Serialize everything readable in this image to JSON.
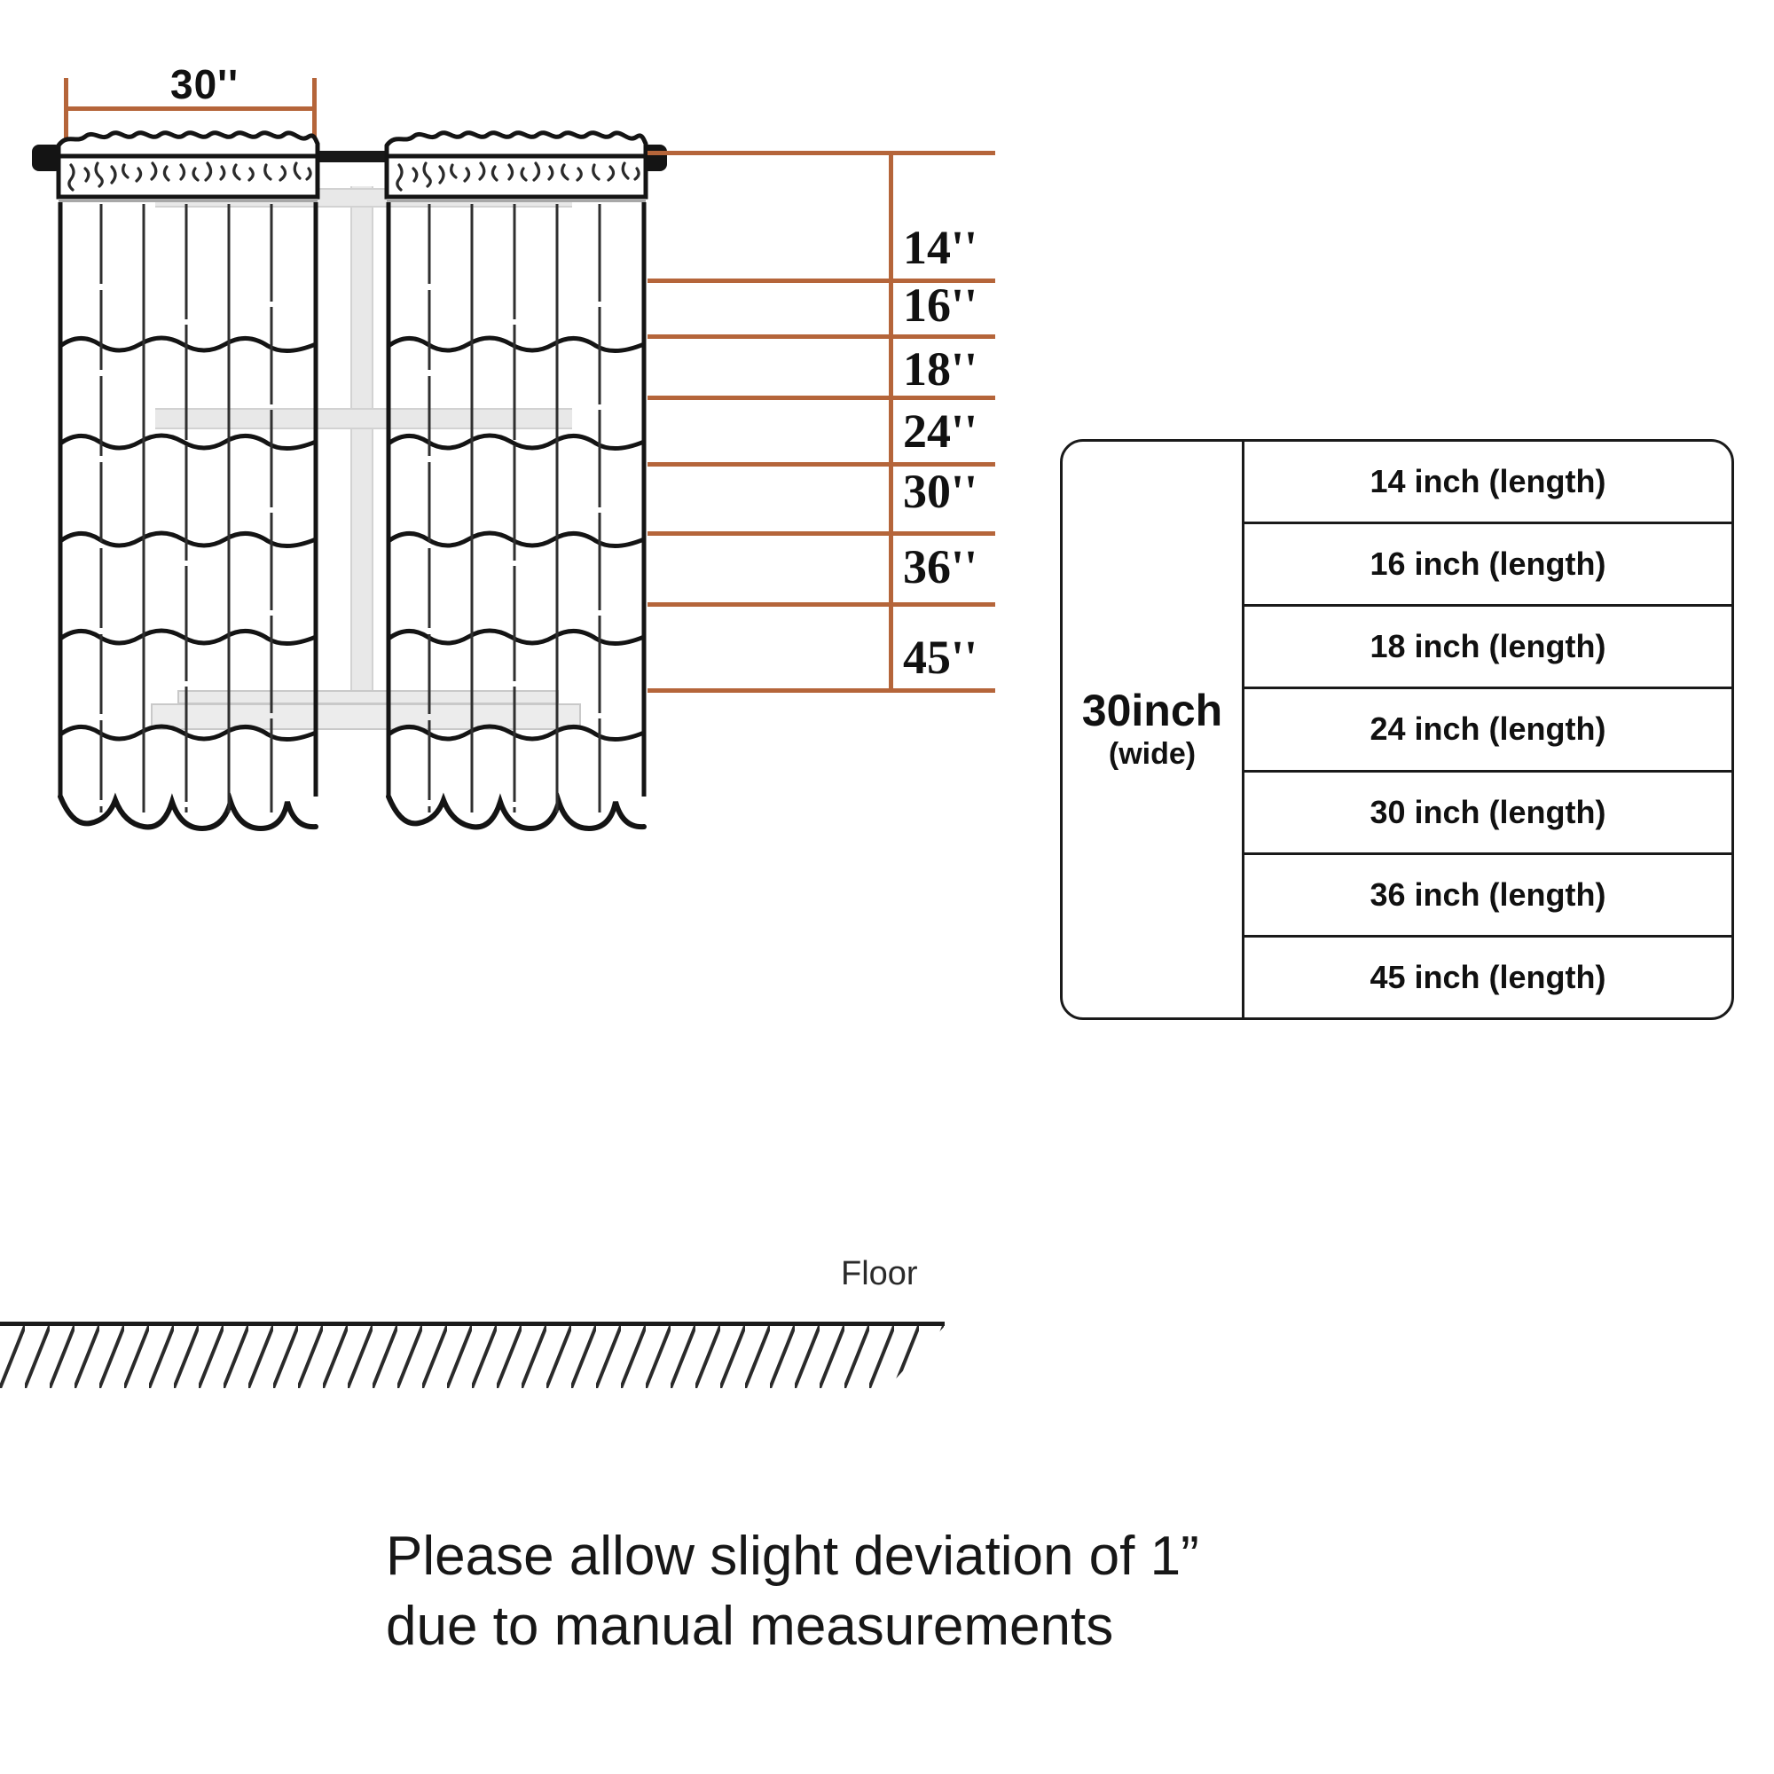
{
  "diagram": {
    "width_dimension": {
      "label": "30''",
      "value": 30,
      "unit": "inch"
    },
    "length_dimensions": [
      {
        "label": "14''",
        "value": 14
      },
      {
        "label": "16''",
        "value": 16
      },
      {
        "label": "18''",
        "value": 18
      },
      {
        "label": "24''",
        "value": 24
      },
      {
        "label": "30''",
        "value": 30
      },
      {
        "label": "36''",
        "value": 36
      },
      {
        "label": "45''",
        "value": 45
      }
    ],
    "floor_label": "Floor",
    "accent_color": "#b5653a",
    "line_color": "#1a1a1a",
    "window_color": "#e9e9e9"
  },
  "size_table": {
    "width_main": "30inch",
    "width_sub": "(wide)",
    "lengths": [
      "14 inch  (length)",
      "16 inch  (length)",
      "18 inch  (length)",
      "24 inch  (length)",
      "30 inch  (length)",
      "36 inch  (length)",
      "45 inch  (length)"
    ]
  },
  "footnote": {
    "text": "Please allow slight deviation of 1”\ndue to manual measurements"
  }
}
